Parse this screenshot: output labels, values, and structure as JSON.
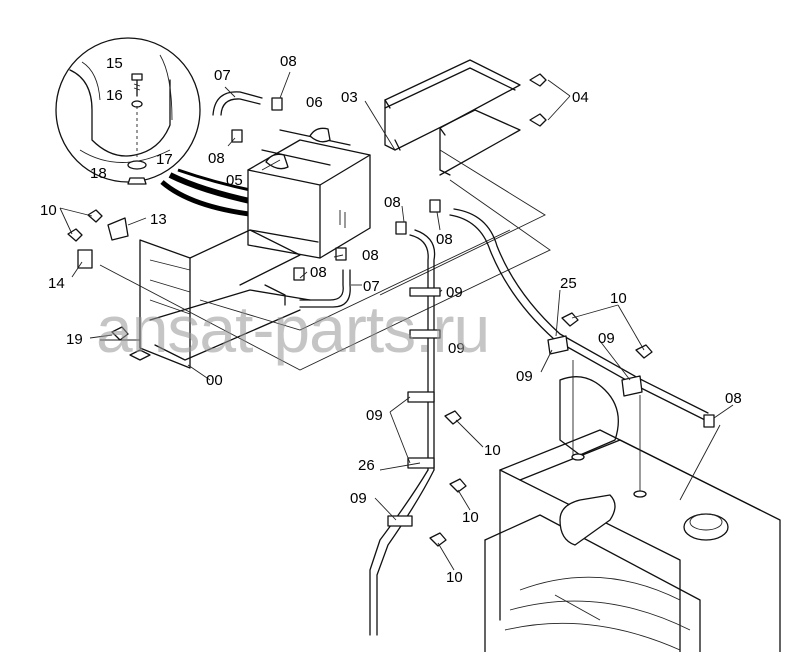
{
  "labels": {
    "l15": "15",
    "l16": "16",
    "l17": "17",
    "l18": "18",
    "l07a": "07",
    "l08a": "08",
    "l06": "06",
    "l03": "03",
    "l04": "04",
    "l08b": "08",
    "l05": "05",
    "l10a": "10",
    "l13": "13",
    "l08c": "08",
    "l08d": "08",
    "l08e": "08",
    "l08f": "08",
    "l07b": "07",
    "l14": "14",
    "l09a": "09",
    "l25": "25",
    "l10b": "10",
    "l19": "19",
    "l09b": "09",
    "l09c": "09",
    "l09d": "09",
    "l00": "00",
    "l08g": "08",
    "l09e": "09",
    "l10c": "10",
    "l26": "26",
    "l09f": "09",
    "l10d": "10",
    "l10e": "10"
  },
  "watermark": "ansat-parts.ru",
  "colors": {
    "line": "#111111",
    "watermark": "#969696"
  }
}
